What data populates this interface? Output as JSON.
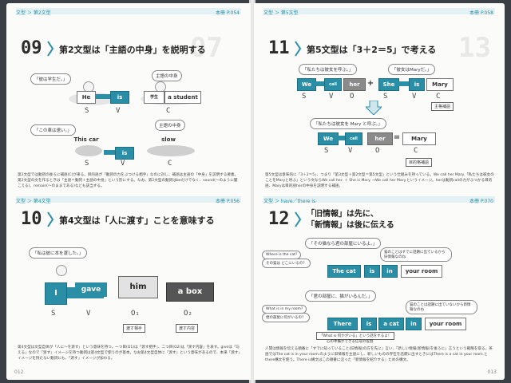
{
  "left": {
    "crumb1": "文型 ＞ 第2文型",
    "ref1": "本冊 P.054",
    "s09": {
      "num": "09",
      "title": "第2文型は「主語の中身」を説明する",
      "bubble1": "「彼は学生だ。」",
      "bubble2": "主語の中身",
      "he": "He",
      "is": "is",
      "student_label": "学生",
      "student": "a student",
      "bubble3": "「この車は速い。」",
      "bubble4": "主語の中身",
      "thiscar": "This car",
      "slow": "slow",
      "s": "S",
      "v": "V",
      "c": "C",
      "body": "第2文型では動詞の後ろに補語(C)が来る。目的語が「動詞の力をぶつける相手」なのに対し、補語は主語の「中身」を説明する要素。第2文型の文を作るときは「主語＝動詞＋主語の中身」という形にする。なお、第2文型の動詞はbeだけでなく、sound(～のように聞こえる)、remain(～のままである)なども該当する。"
    },
    "crumb2": "文型 ＞ 第4文型",
    "ref2": "本冊 P.056",
    "s10": {
      "num": "10",
      "title": "第4文型は「人に渡す」ことを意味する",
      "bubble1": "「私は彼に本を渡した。」",
      "i": "I",
      "gave": "gave",
      "him": "him",
      "abox": "a box",
      "s": "S",
      "v": "V",
      "o1": "O₁",
      "o2": "O₂",
      "tag1": "渡す相手",
      "tag2": "渡す内容",
      "body": "第4文型は文型自体が「人に～を渡す」という意味を持つ。一つ目(O1)は「渡す相手」、二つ目(O2)は「渡す内容」を表す。giveは「与える」なので「渡す」イメージを持つ動詞は第4文型で使うのが基本。なお第4文型自体に「渡す」という意味があるので、本来「渡す」イメージを持たない動詞にも、「渡す」イメージが加わる。"
    },
    "folio": "012"
  },
  "right": {
    "crumb1": "文型 ＞ 第5文型",
    "ref1": "本冊 P.058",
    "s11": {
      "num": "11",
      "title": "第5文型は「3＋2＝5」で考える",
      "bubble1": "「私たちは彼女を呼ぶ。」",
      "bubble2": "「彼女はMaryだ。」",
      "we": "We",
      "call": "call",
      "her": "her",
      "plus": "+",
      "she": "She",
      "is": "is",
      "mary": "Mary",
      "bubble3": "「私たちは彼女を Mary と呼ぶ。」",
      "we2": "We",
      "call2": "call",
      "her2": "her",
      "eq": "=",
      "mary2": "Mary",
      "s": "S",
      "v": "V",
      "o": "O",
      "c": "C",
      "tag1": "主格補語",
      "tag2": "目的格補語",
      "body": "第5文型は意味的に「3＋2＝5」、つまり「第3文型＋第2文型＝第5文型」という仕組みを持っている。We call her Mary.「私たちは彼女のことをMaryと呼ぶ」という文ならWe call her. ＋ She is Mary. →We call her Mary.というイメージ。herは動詞callの力がぶつかる目的語、Maryは目的語herの中身を説明する補語。"
    },
    "crumb2": "文型 ＞ have／there is",
    "ref2": "本冊 P.070",
    "s12": {
      "num": "12",
      "title_line1": "「旧情報」は先に、",
      "title_line2": "「新情報」は後に伝える",
      "bubble1": "「その猫なら君の部屋にいるよ。」",
      "bubble2": "Where is the cat?",
      "bubble2b": "その猫は どこにいるの？",
      "bubble3": "猫のことはすでに話題に出ているから旧情報なのね",
      "thecat": "The cat",
      "is": "is",
      "in": "in",
      "yourroom": "your room",
      "bubble4": "「君の部屋に、猫がいるんだ。」",
      "bubble5": "What is in my room?",
      "bubble5b": "僕の部屋に何がいるの？",
      "bubble6": "猫のことは話題に出ていないから新情報なのね",
      "there": "There",
      "is2": "is",
      "acat": "a cat",
      "in2": "in",
      "yourroom2": "your room",
      "note": "「What is 何かがいる」という話をするよ！",
      "note2": "心の準備ができる信号の役割",
      "body": "人間は情報を伝える順番に「すでに知っていること(旧情報)の方を先に」言い、「新しい情報(新情報)を後ろに」言うという戦略を取る。英語ではThe cat is in your room.のように旧情報を主語にし、新しいものの存在を話題に出すときにはThere is a cat in your room.とthere構文を使う。There is構文はこの順番に沿った「新情報を紹介する」ための構文。"
    },
    "folio": "013"
  },
  "colors": {
    "accent": "#2a8fa6",
    "grey": "#8a8a8a"
  }
}
